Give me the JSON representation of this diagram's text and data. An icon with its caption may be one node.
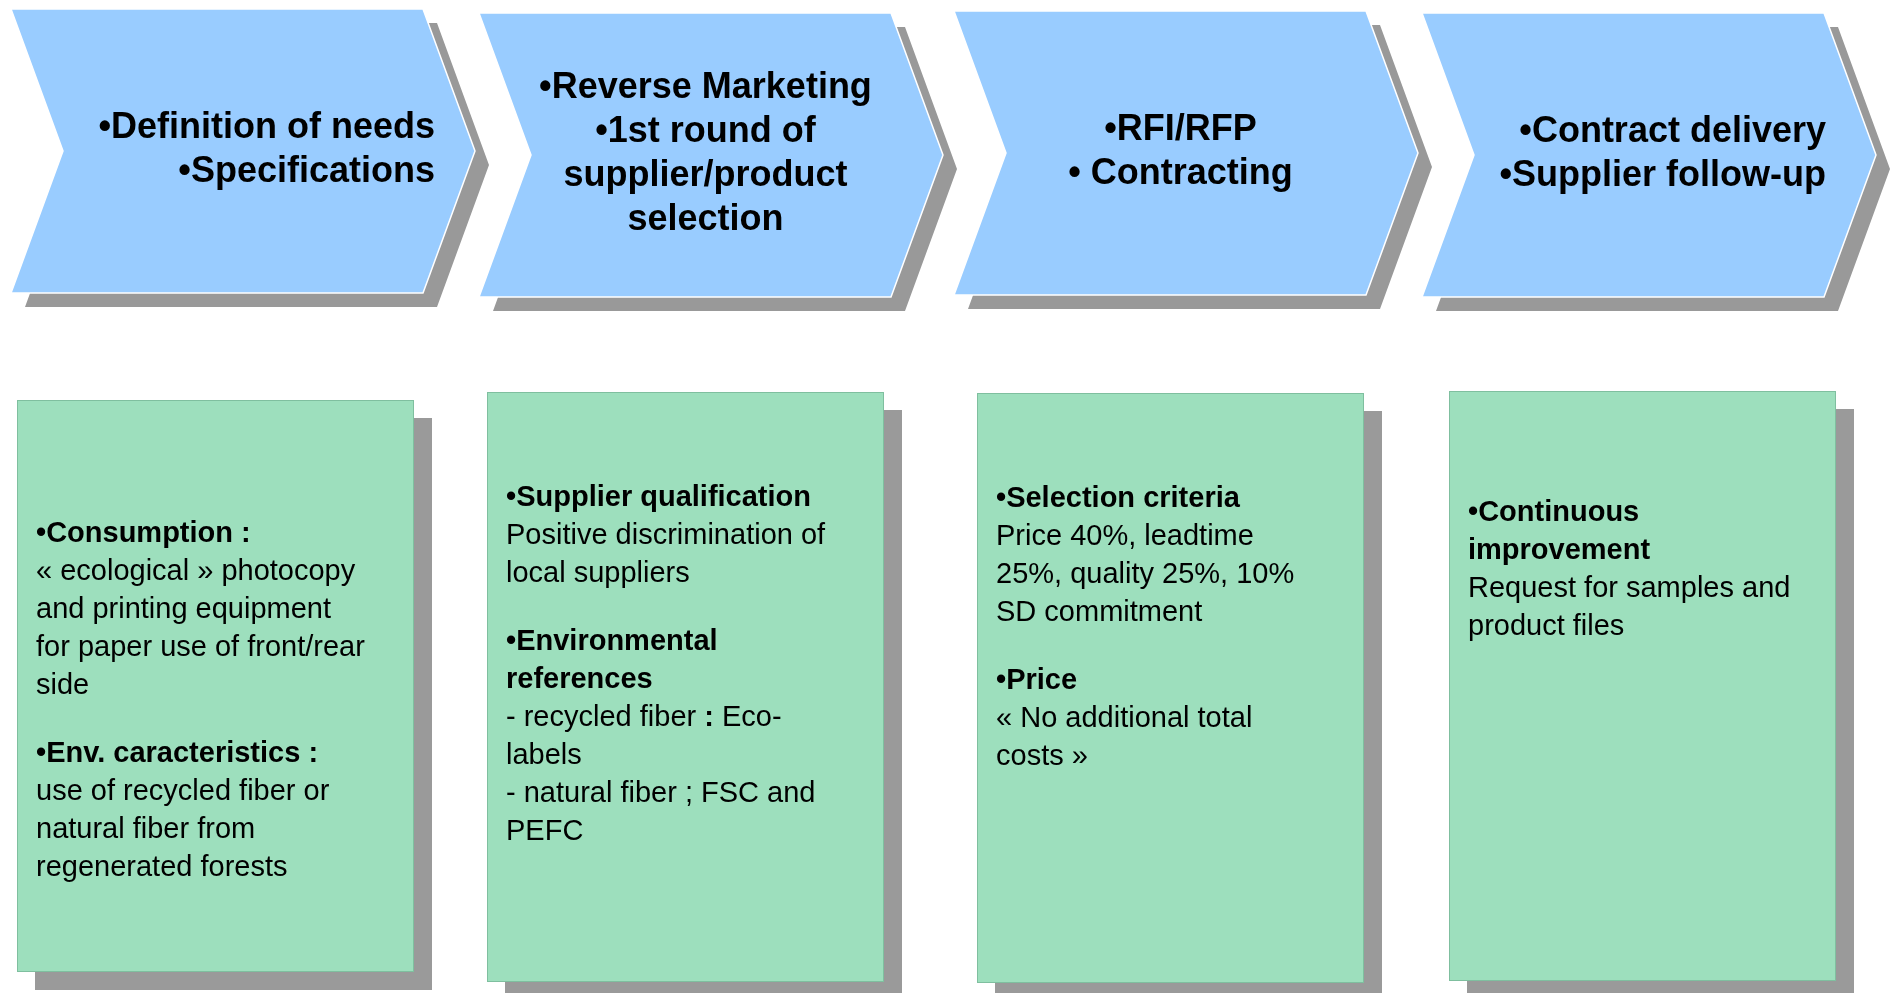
{
  "diagram": {
    "nodes": [
      {
        "text": [
          "•Definition of needs",
          "•Specifications"
        ]
      },
      {
        "text": [
          "•Reverse Marketing",
          "•1st round of supplier/product selection"
        ]
      },
      {
        "text": [
          "•RFI/RFP",
          "• Contracting"
        ]
      },
      {
        "text": [
          "•Contract delivery",
          "•Supplier follow-up"
        ]
      },
      {
        "text": [
          "•Consumption :",
          "« ecological » photocopy and printing equipment for paper use of front/rear side",
          "•Env. caracteristics :",
          "use of recycled fiber or natural fiber from regenerated forests"
        ]
      },
      {
        "text": [
          "•Supplier qualification",
          "Positive discrimination of local suppliers",
          "•Environmental references",
          "- recycled fiber **:** Eco-labels",
          "- natural fiber ; FSC and PEFC"
        ]
      },
      {
        "text": [
          "•Selection criteria",
          " Price 40%, leadtime 25%,  quality 25%, 10% SD commitment",
          "•Price",
          "« No additional total costs »"
        ]
      },
      {
        "text": [
          "•Continuous improvement",
          "Request for samples and product files"
        ]
      }
    ]
  }
}
